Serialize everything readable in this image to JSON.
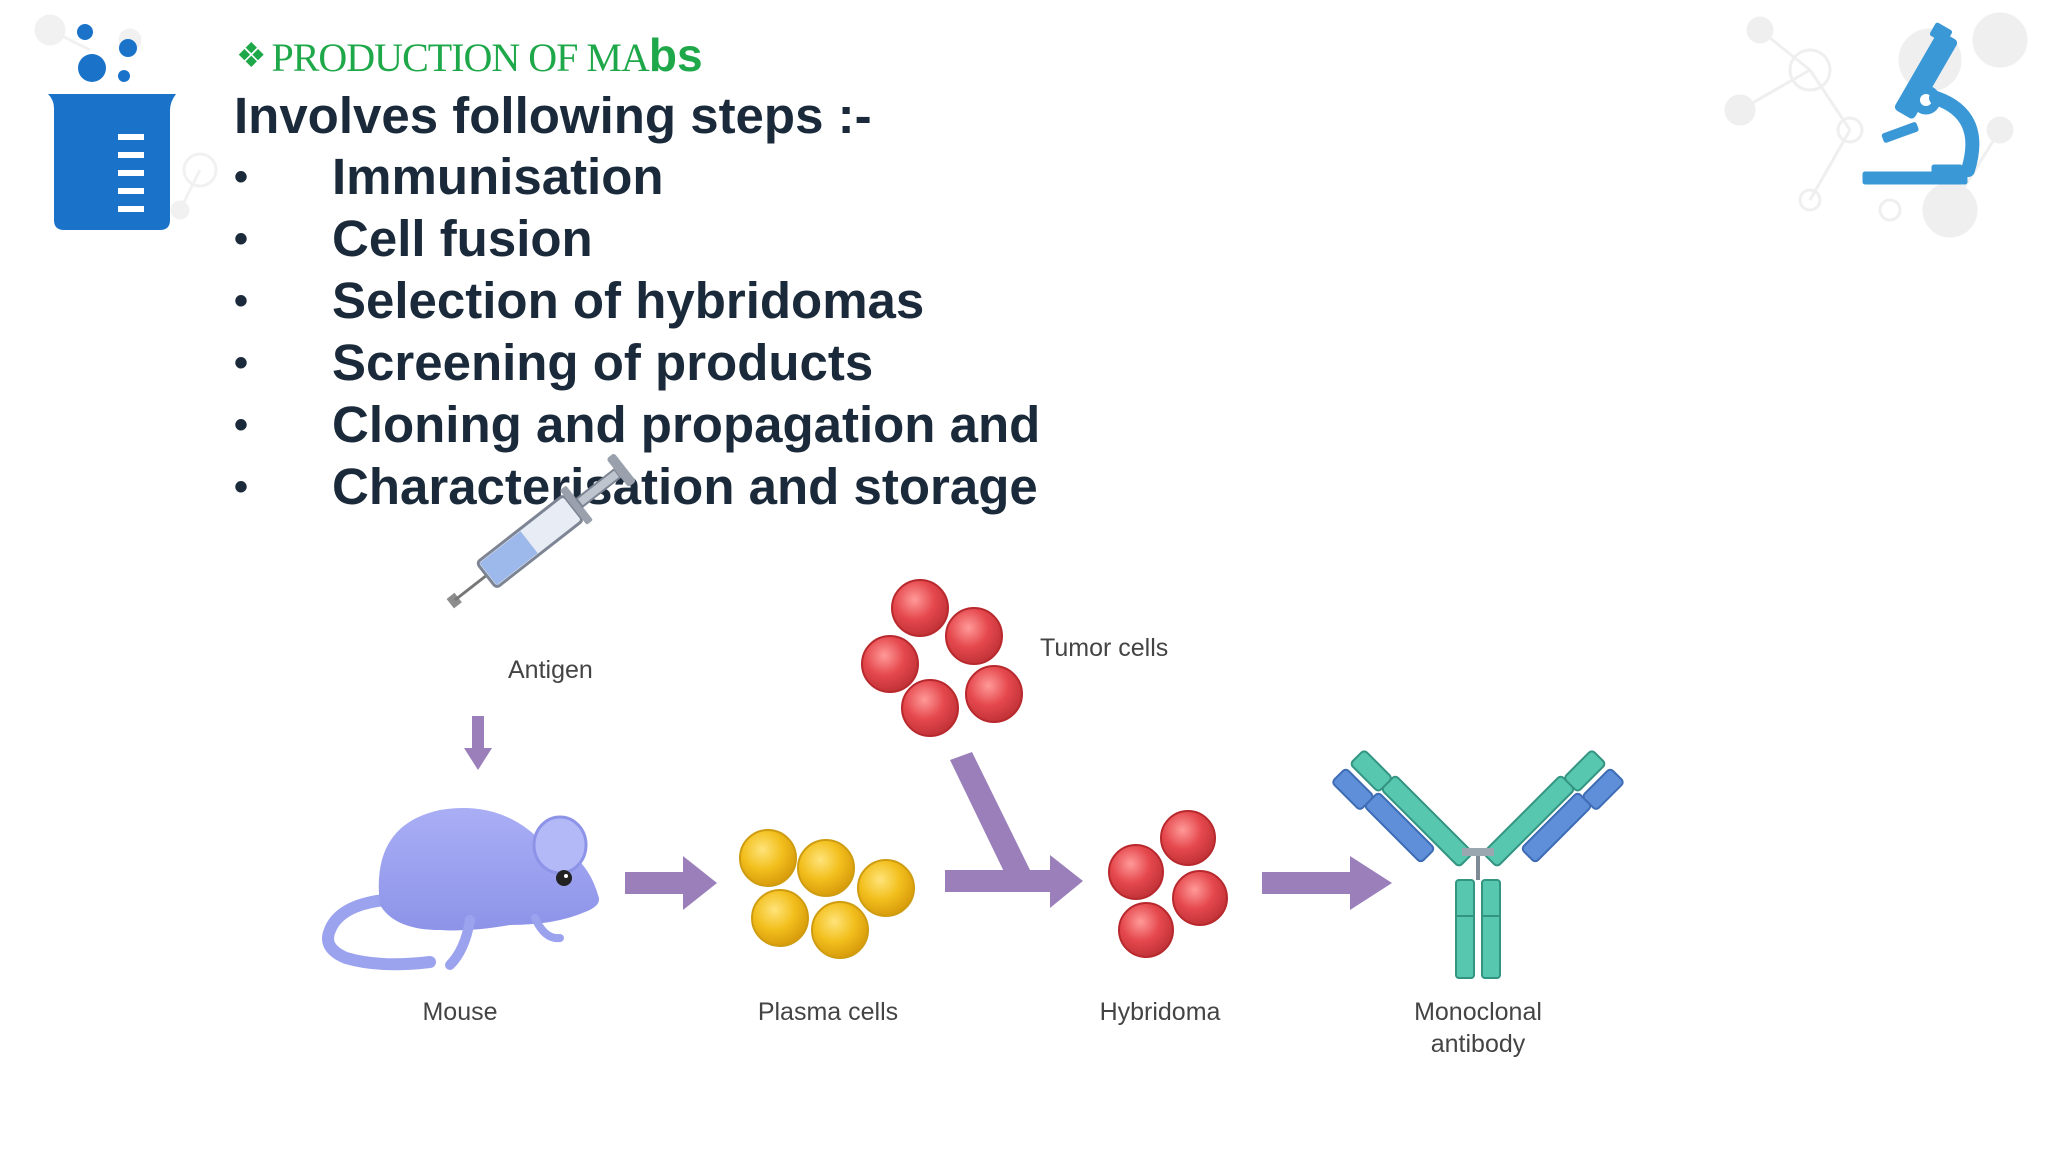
{
  "heading": {
    "prefix": "❖",
    "main": "PRODUCTION OF MA",
    "suffix": "bs"
  },
  "intro": "Involves following steps :-",
  "steps": [
    {
      "bullet": "•",
      "text": "Immunisation"
    },
    {
      "bullet": "•",
      "text": "Cell fusion"
    },
    {
      "bullet": "•",
      "text": "Selection of hybridomas"
    },
    {
      "bullet": "•",
      "text": "Screening of products"
    },
    {
      "bullet": "•",
      "text": "Cloning and propagation and"
    },
    {
      "bullet": "•",
      "text": "Characterisation and storage"
    }
  ],
  "diagram": {
    "labels": {
      "antigen": "Antigen",
      "tumor": "Tumor cells",
      "mouse": "Mouse",
      "plasma": "Plasma cells",
      "hybridoma": "Hybridoma",
      "antibody_line1": "Monoclonal",
      "antibody_line2": "antibody"
    }
  },
  "icons": {
    "left": "beaker-icon",
    "right": "microscope-icon",
    "syringe": "syringe-icon",
    "mouse": "mouse-icon",
    "antibody": "antibody-icon"
  },
  "colors": {
    "heading": "#1fa84a",
    "text": "#1b2a3a",
    "icon_blue": "#1a73c9",
    "arrow": "#9a7fba",
    "tumor": "#e5484d",
    "plasma": "#f2bf1d",
    "mouse": "#9ca3ee",
    "antibody_teal": "#57c7b0",
    "antibody_blue": "#5f8fd8"
  }
}
